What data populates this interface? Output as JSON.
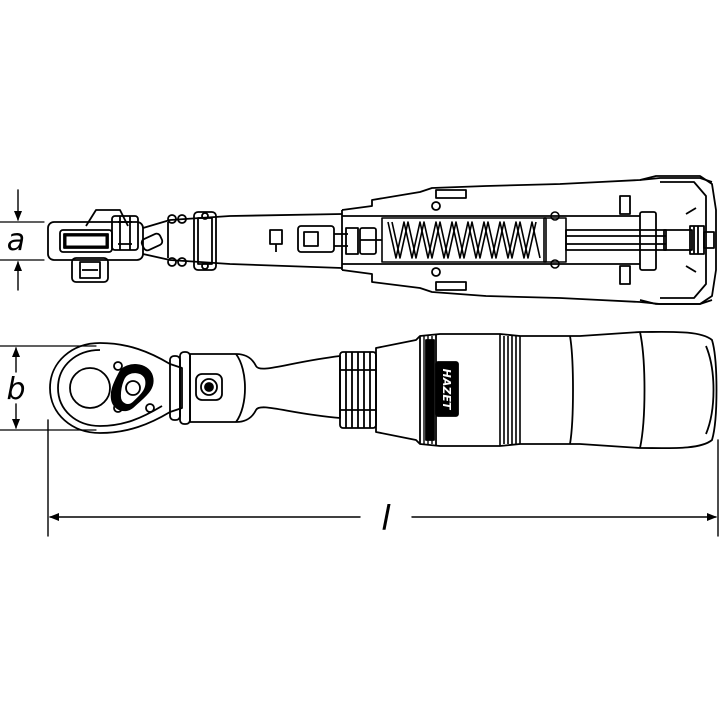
{
  "dimensions": {
    "a": "a",
    "b": "b",
    "l": "l"
  },
  "brand": "HAZET",
  "colors": {
    "line": "#000000",
    "background": "#ffffff"
  }
}
